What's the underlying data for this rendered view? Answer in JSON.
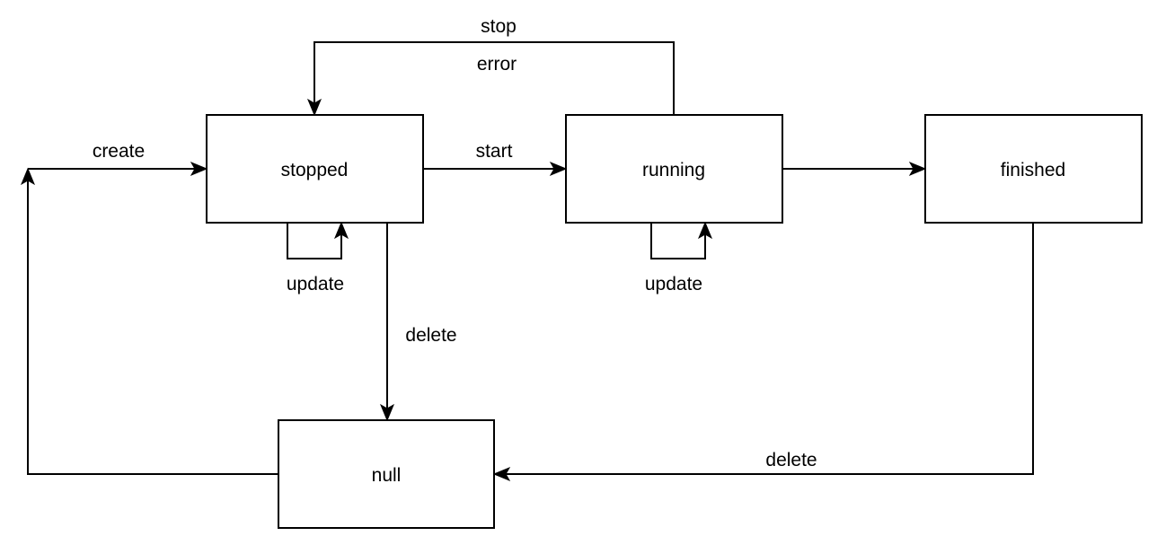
{
  "nodes": {
    "stopped": "stopped",
    "running": "running",
    "finished": "finished",
    "null": "null"
  },
  "edges": {
    "create": "create",
    "start": "start",
    "stop": "stop",
    "error": "error",
    "update_stopped": "update",
    "update_running": "update",
    "delete_stopped": "delete",
    "delete_finished": "delete"
  }
}
